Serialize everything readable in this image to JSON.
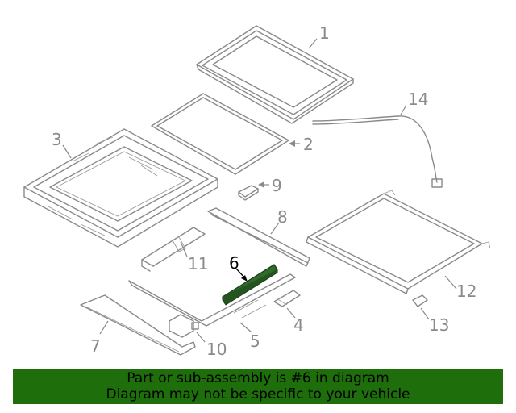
{
  "diagram": {
    "callouts": [
      "1",
      "2",
      "3",
      "4",
      "5",
      "6",
      "7",
      "8",
      "9",
      "10",
      "11",
      "12",
      "13",
      "14"
    ],
    "highlight_part": "6",
    "colors": {
      "line": "#8a8a8a",
      "highlight_fill": "#2f6b2a",
      "banner_bg": "#1e6e0c"
    }
  },
  "banner": {
    "line1": "Part or sub-assembly is #6 in diagram",
    "line2": "Diagram may not be specific to your vehicle"
  }
}
